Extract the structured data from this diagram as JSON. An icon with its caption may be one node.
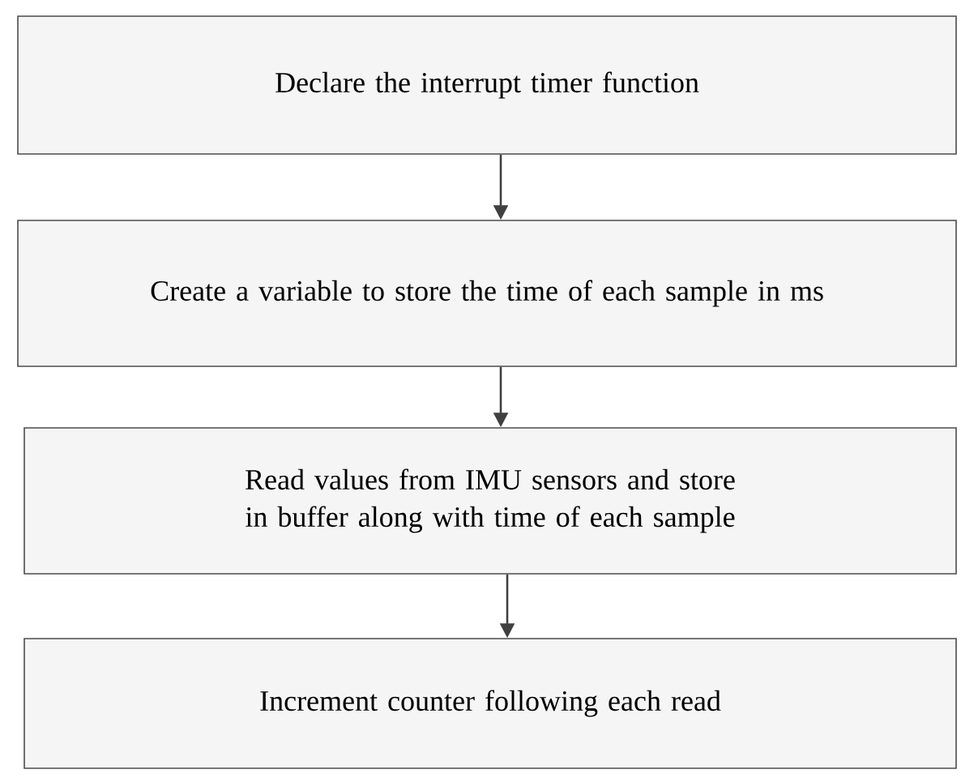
{
  "diagram": {
    "nodes": [
      {
        "text": [
          "Declare the interrupt timer function"
        ]
      },
      {
        "text": [
          "Create a variable to store the time of each sample in ms"
        ]
      },
      {
        "text": [
          "Read values from IMU sensors and store in buffer along with time of each sample"
        ]
      },
      {
        "text": [
          "Increment counter following each read"
        ]
      }
    ],
    "edges": [
      {
        "from": 0,
        "to": 1,
        "arrow": "to"
      },
      {
        "from": 1,
        "to": 2,
        "arrow": "to"
      },
      {
        "from": 2,
        "to": 3,
        "arrow": "to"
      }
    ]
  }
}
